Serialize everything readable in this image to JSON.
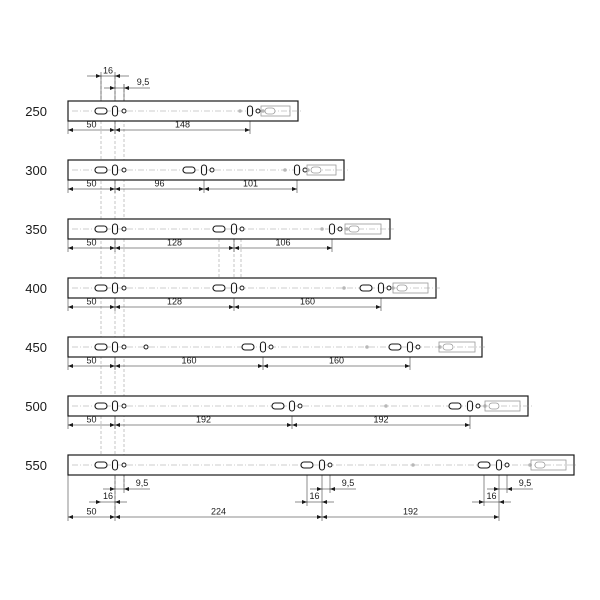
{
  "rows": [
    {
      "label": "250",
      "dims": [
        {
          "text": "50"
        },
        {
          "text": "148"
        }
      ]
    },
    {
      "label": "300",
      "dims": [
        {
          "text": "50"
        },
        {
          "text": "96"
        },
        {
          "text": "101"
        }
      ]
    },
    {
      "label": "350",
      "dims": [
        {
          "text": "50"
        },
        {
          "text": "128"
        },
        {
          "text": "106"
        }
      ]
    },
    {
      "label": "400",
      "dims": [
        {
          "text": "50"
        },
        {
          "text": "128"
        },
        {
          "text": "160"
        }
      ]
    },
    {
      "label": "450",
      "dims": [
        {
          "text": "50"
        },
        {
          "text": "160"
        },
        {
          "text": "160"
        }
      ]
    },
    {
      "label": "500",
      "dims": [
        {
          "text": "50"
        },
        {
          "text": "192"
        },
        {
          "text": "192"
        }
      ]
    },
    {
      "label": "550",
      "dims": [
        {
          "text": "50"
        },
        {
          "text": "224"
        },
        {
          "text": "192"
        }
      ]
    }
  ],
  "top_dims": [
    {
      "text": "16"
    },
    {
      "text": "9,5"
    }
  ],
  "bottom_small_dims": [
    {
      "text": "16"
    },
    {
      "text": "9,5"
    },
    {
      "text": "16"
    },
    {
      "text": "9,5"
    },
    {
      "text": "16"
    },
    {
      "text": "9,5"
    }
  ]
}
